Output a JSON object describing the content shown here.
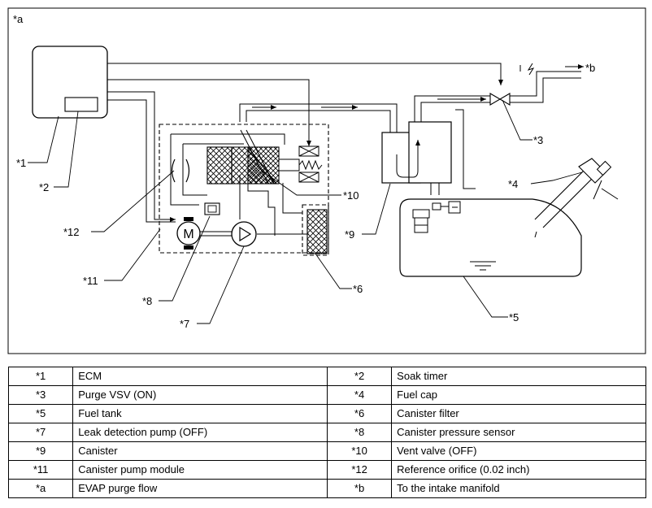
{
  "diagram": {
    "panel_label": "*a",
    "callouts": {
      "ecm": "*1",
      "soak_timer": "*2",
      "purge_vsv": "*3",
      "fuel_cap": "*4",
      "fuel_tank": "*5",
      "canister_filter": "*6",
      "leak_pump": "*7",
      "pressure_sensor": "*8",
      "canister": "*9",
      "vent_valve": "*10",
      "pump_module": "*11",
      "reference_orifice": "*12",
      "intake_manifold": "*b"
    },
    "motor_letter": "M"
  },
  "legend": {
    "rows": [
      {
        "code1": "*1",
        "desc1": "ECM",
        "code2": "*2",
        "desc2": "Soak timer"
      },
      {
        "code1": "*3",
        "desc1": "Purge VSV (ON)",
        "code2": "*4",
        "desc2": "Fuel cap"
      },
      {
        "code1": "*5",
        "desc1": "Fuel tank",
        "code2": "*6",
        "desc2": "Canister filter"
      },
      {
        "code1": "*7",
        "desc1": "Leak detection pump (OFF)",
        "code2": "*8",
        "desc2": "Canister pressure sensor"
      },
      {
        "code1": "*9",
        "desc1": "Canister",
        "code2": "*10",
        "desc2": "Vent valve (OFF)"
      },
      {
        "code1": "*11",
        "desc1": "Canister pump module",
        "code2": "*12",
        "desc2": "Reference orifice (0.02 inch)"
      },
      {
        "code1": "*a",
        "desc1": "EVAP purge flow",
        "code2": "*b",
        "desc2": "To the intake manifold"
      }
    ]
  }
}
